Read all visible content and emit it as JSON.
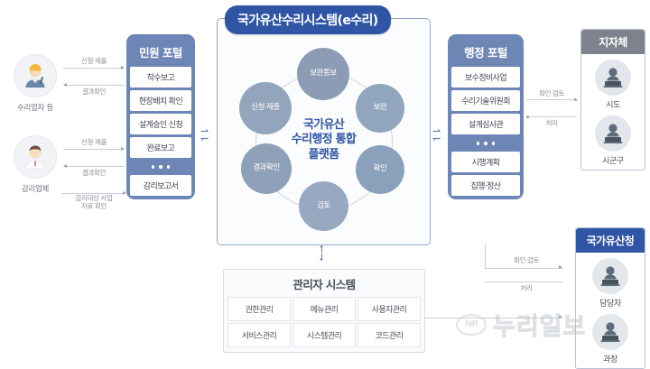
{
  "core_system": {
    "title": "국가유산수리시스템(e수리)",
    "center_text_lines": [
      "국가유산",
      "수리행정 통합",
      "플랫폼"
    ],
    "cycle_nodes": [
      {
        "label": "보완통보",
        "color": "#8c9cb4"
      },
      {
        "label": "보완",
        "color": "#91a5bd"
      },
      {
        "label": "확인",
        "color": "#8ba0ba"
      },
      {
        "label": "검토",
        "color": "#97a9c0"
      },
      {
        "label": "결과확인",
        "color": "#8fa1b8"
      },
      {
        "label": "신청·제출",
        "color": "#93a5bc"
      }
    ]
  },
  "actors": [
    {
      "label": "수리업자 등",
      "icon": "worker-avatar-icon"
    },
    {
      "label": "감리업체",
      "icon": "supervisor-avatar-icon"
    }
  ],
  "actor_flows": [
    {
      "out": "신청·제출",
      "in": "결과확인"
    },
    {
      "out": "신청·제출",
      "in": "결과확인"
    }
  ],
  "supervisor_note": [
    "감리대상 사업",
    "자료 확인"
  ],
  "civil_portal": {
    "title": "민원 포털",
    "items": [
      "착수보고",
      "현장배치 확인",
      "설계승인 신청",
      "완료보고"
    ],
    "ellipsis": "···",
    "last_item": "감리보고서"
  },
  "admin_portal": {
    "title": "행정 포털",
    "items": [
      "보수정비사업",
      "수리기술위원회",
      "설계심사관"
    ],
    "ellipsis": "···",
    "last_items": [
      "시행계획",
      "집행·정산"
    ]
  },
  "admin_system": {
    "title": "관리자 시스템",
    "cells": [
      "권한관리",
      "메뉴관리",
      "사용자관리",
      "서비스관리",
      "시스템관리",
      "코드관리"
    ]
  },
  "local_gov": {
    "title": "지자체",
    "people": [
      {
        "label": "시도",
        "icon": "officer-avatar-icon"
      },
      {
        "label": "시군구",
        "icon": "officer-avatar-icon"
      }
    ]
  },
  "heritage_admin": {
    "title": "국가유산청",
    "people": [
      {
        "label": "담당자",
        "icon": "officer-avatar-icon"
      },
      {
        "label": "과장",
        "icon": "officer-avatar-icon"
      }
    ]
  },
  "right_flows": {
    "upper": {
      "out": "확인·검토",
      "in": "처리"
    },
    "lower": {
      "out": "확인·검토",
      "in": "처리"
    }
  },
  "watermark": {
    "logo": "NR",
    "text": "누리일보"
  },
  "colors": {
    "brand_blue": "#2f55a4",
    "portal_blue": "#6e86b5",
    "gray_header": "#7d828c",
    "line_gray": "#c9ced6"
  }
}
